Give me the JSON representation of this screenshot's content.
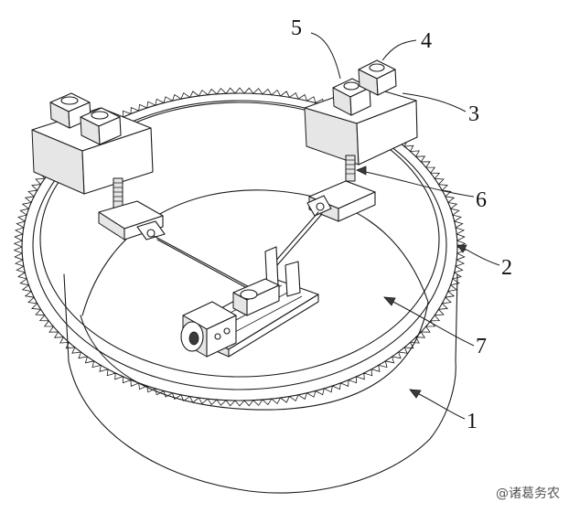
{
  "callouts": [
    {
      "id": "label-1",
      "text": "1"
    },
    {
      "id": "label-2",
      "text": "2"
    },
    {
      "id": "label-3",
      "text": "3"
    },
    {
      "id": "label-4",
      "text": "4"
    },
    {
      "id": "label-5",
      "text": "5"
    },
    {
      "id": "label-6",
      "text": "6"
    },
    {
      "id": "label-7",
      "text": "7"
    }
  ],
  "watermark": "@诸葛务农",
  "colors": {
    "line": "#1a1a1a",
    "background": "#ffffff",
    "shade": "#e6e6e6"
  }
}
